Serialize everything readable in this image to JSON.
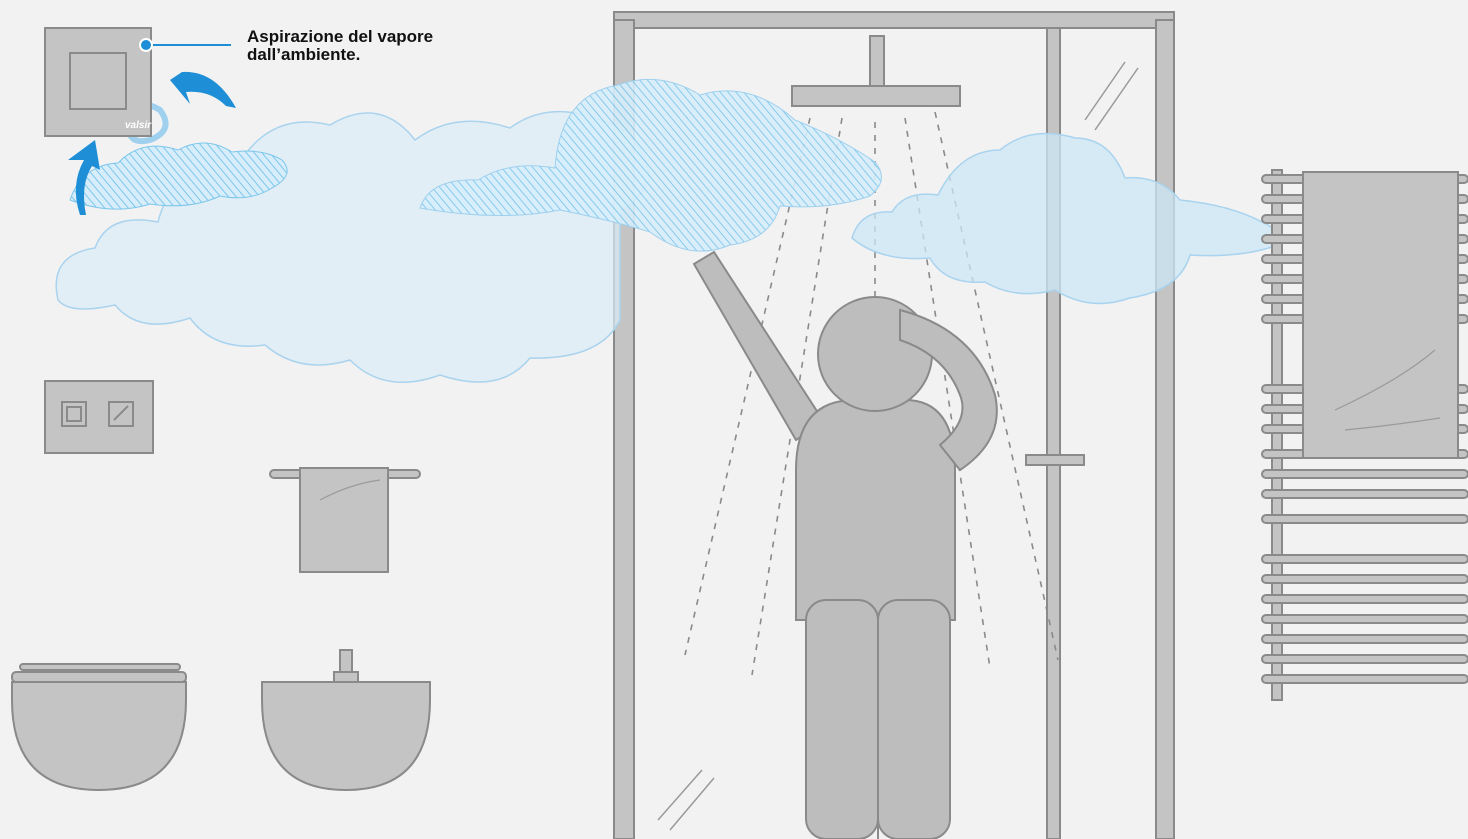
{
  "annotation": {
    "line1": "Aspirazione del vapore",
    "line2": "dall’ambiente."
  },
  "fan_brand": "valsir",
  "colors": {
    "background": "#f2f2f2",
    "fixture": "#bdbdbd",
    "fixture_stroke": "#8a8a8a",
    "steam": "#bfe3f7",
    "steam_hatch": "#6fc0ea",
    "accent": "#1e8fd6",
    "text": "#111111"
  },
  "icons": [
    "fan-vent-icon",
    "airflow-arrow-icon",
    "light-switch-icon",
    "towel-bar-icon",
    "toilet-icon",
    "bidet-icon",
    "shower-head-icon",
    "person-icon",
    "towel-radiator-icon"
  ]
}
